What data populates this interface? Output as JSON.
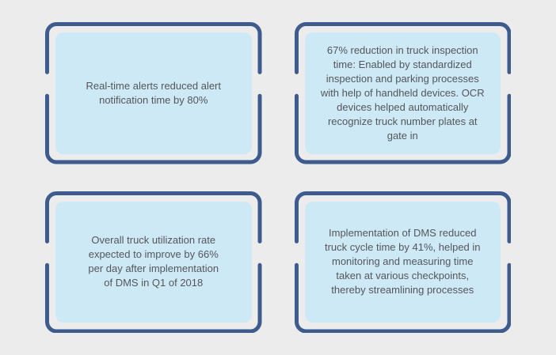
{
  "colors": {
    "page_bg": "#ececec",
    "card_border": "#3e5b8d",
    "card_fill": "#cde9f6",
    "text": "#55565a"
  },
  "cards": [
    {
      "text": "Real-time alerts reduced alert\nnotification time by 80%"
    },
    {
      "text": "67% reduction in truck inspection\ntime: Enabled by standardized\ninspection and parking processes\nwith help of handheld devices. OCR\ndevices helped automatically\nrecognize truck number plates at\ngate in"
    },
    {
      "text": "Overall truck utilization rate\nexpected to improve by 66%\nper day after implementation\nof DMS in Q1 of 2018"
    },
    {
      "text": "Implementation of DMS reduced\ntruck cycle time by 41%, helped in\nmonitoring and measuring time\ntaken at various checkpoints,\nthereby streamlining processes"
    }
  ]
}
